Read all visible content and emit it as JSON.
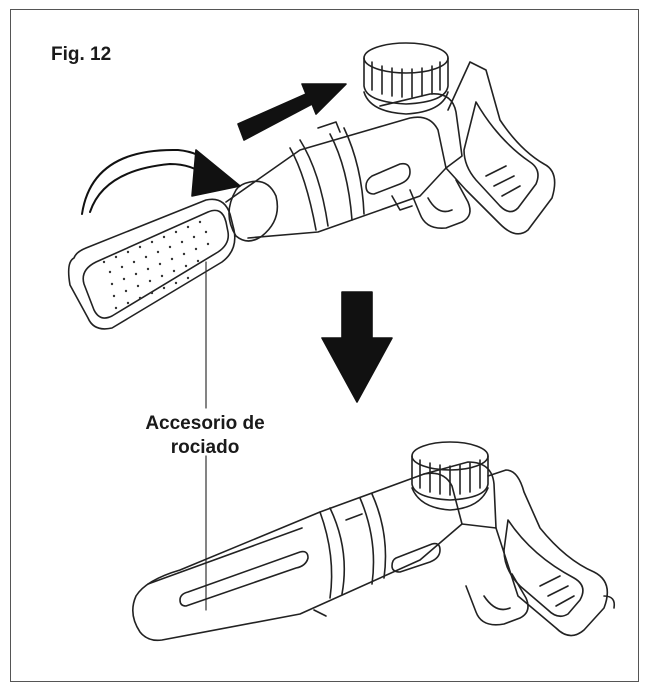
{
  "figure": {
    "title": "Fig. 12",
    "callout_line1": "Accesorio de",
    "callout_line2": "rociado"
  },
  "colors": {
    "border": "#555555",
    "line": "#222222",
    "arrow": "#111111"
  }
}
